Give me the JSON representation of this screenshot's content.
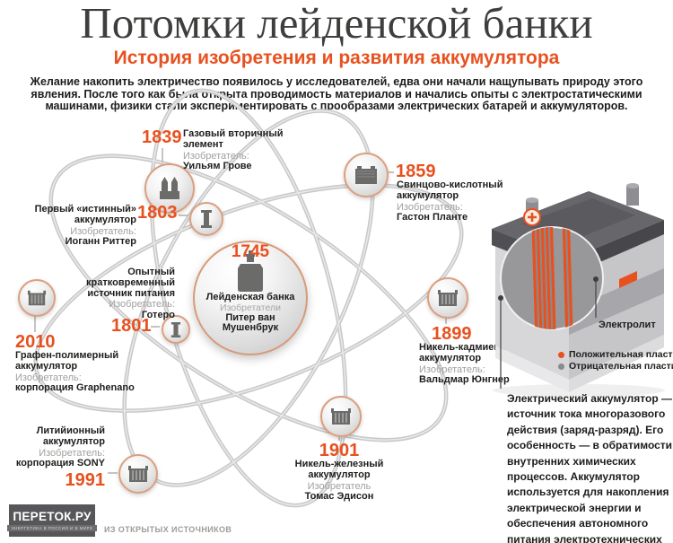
{
  "header": {
    "title": "Потомки лейденской банки",
    "subtitle": "История изобретения и развития аккумулятора",
    "intro": "Желание накопить электричество появилось у исследователей, едва они начали нащупывать природу этого явления. После того как была открыта проводимость материалов и начались опыты с электростатическими машинами, физики стали экспериментировать с прообразами электрических батарей и аккумуляторов."
  },
  "center": {
    "year": "1745",
    "name": "Лейденская банка",
    "inventor_label": "Изобретатели",
    "inventor": "Питер ван Мушенбрук"
  },
  "nodes": [
    {
      "year": "1839",
      "name": "Газовый вторичный элемент",
      "inventor_label": "Изобретатель:",
      "inventor": "Уильям Грове",
      "icon": "gas-secondary-cell"
    },
    {
      "year": "1803",
      "name": "Первый «истинный» аккумулятор",
      "inventor_label": "Изобретатель:",
      "inventor": "Иоганн Риттер",
      "icon": "voltaic-pile"
    },
    {
      "year": "1801",
      "name": "Опытный кратковременный источник питания",
      "inventor_label": "Изобретатель:",
      "inventor": "Готеро",
      "icon": "voltaic-pile"
    },
    {
      "year": "2010",
      "name": "Графен-полимерный аккумулятор",
      "inventor_label": "Изобретатель:",
      "inventor": "корпорация Graphenano",
      "icon": "plate-battery"
    },
    {
      "year": "1859",
      "name": "Свинцово-кислотный аккумулятор",
      "inventor_label": "Изобретатель:",
      "inventor": "Гастон Планте",
      "icon": "lead-acid-battery"
    },
    {
      "year": "1899",
      "name": "Никель-кадмиевый аккумулятор",
      "inventor_label": "Изобретатель:",
      "inventor": "Вальдмар Юнгнер",
      "icon": "plate-battery"
    },
    {
      "year": "1901",
      "name": "Никель-железный аккумулятор",
      "inventor_label": "Изобретатель",
      "inventor": "Томас Эдисон",
      "icon": "plate-battery"
    },
    {
      "year": "1991",
      "name": "Литийионный аккумулятор",
      "inventor_label": "Изобретатель:",
      "inventor": "корпорация SONY",
      "icon": "plate-battery"
    }
  ],
  "battery_panel": {
    "electrolyte_label": "Электролит",
    "plus_symbol": "+",
    "legend": [
      {
        "label": "Положительная пластина",
        "color": "#e8511f"
      },
      {
        "label": "Отрицательная пластина",
        "color": "#8a8a8c"
      }
    ],
    "description": "Электрический аккумулятор — источник тока многоразового действия (заряд-разряд). Его особенность — в обратимости внутренних химических процессов. Аккумулятор используется для накопления электрической энергии и обеспечения автономного питания электротехнических устройств."
  },
  "footer": {
    "logo_title": "ПЕРЕТОК.РУ",
    "logo_tagline": "ЭНЕРГЕТИКА В РОССИИ И В МИРЕ",
    "source_note": "ИЗ ОТКРЫТЫХ ИСТОЧНИКОВ"
  },
  "colors": {
    "accent": "#e8511f",
    "orbit": "#cacaca",
    "icon_gray": "#6b6b6a"
  }
}
